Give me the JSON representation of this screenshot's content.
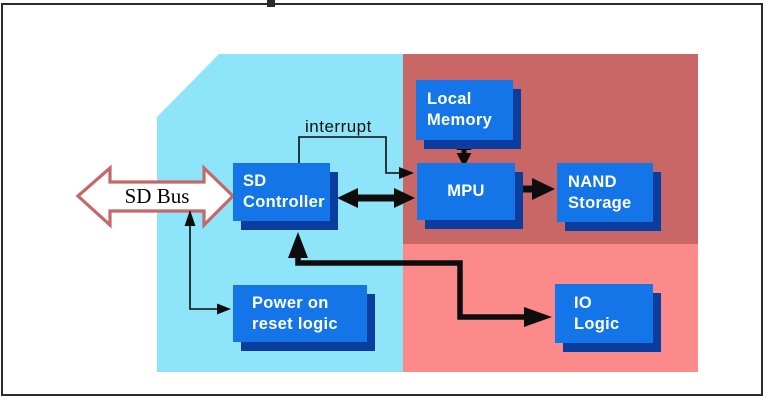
{
  "labels": {
    "interrupt": "interrupt",
    "sd_bus": "SD Bus"
  },
  "boxes": {
    "sd_controller": {
      "label": "SD\nController"
    },
    "local_memory": {
      "label": "Local\nMemory"
    },
    "mpu": {
      "label": "MPU"
    },
    "nand_storage": {
      "label": "NAND\nStorage"
    },
    "power_on_reset": {
      "label": "Power on\nreset logic"
    },
    "io_logic": {
      "label": "IO\nLogic"
    }
  },
  "colors": {
    "region_blue": "#8ee5f9",
    "region_dark_red": "#c96767",
    "region_pink": "#fc8a8a",
    "box_fill": "#1375e8",
    "box_extrude": "#0a3d9e",
    "box_text": "#ffffff",
    "bus_arrow_fill": "#ffffff",
    "bus_arrow_outline": "#c76868",
    "connector": "#0d0d0d",
    "frame": "#2b2b2b"
  }
}
